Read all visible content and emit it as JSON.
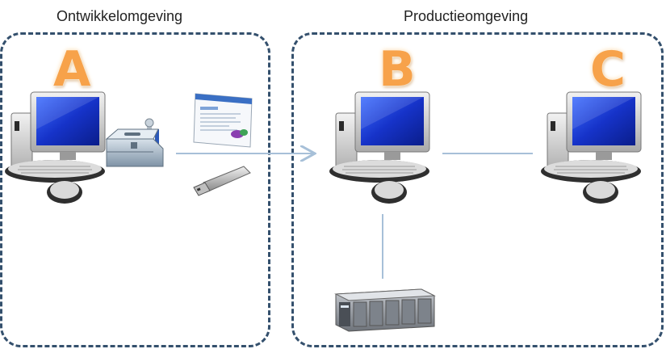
{
  "environments": [
    {
      "id": "dev",
      "label": "Ontwikkelomgeving"
    },
    {
      "id": "prod",
      "label": "Productieomgeving"
    }
  ],
  "nodes": [
    {
      "id": "A",
      "letter": "A",
      "icon": "computer-icon",
      "environment": "dev"
    },
    {
      "id": "B",
      "letter": "B",
      "icon": "computer-icon",
      "environment": "prod"
    },
    {
      "id": "C",
      "letter": "C",
      "icon": "computer-icon",
      "environment": "prod"
    }
  ],
  "artifacts": [
    {
      "id": "toolbox",
      "icon": "toolbox-icon"
    },
    {
      "id": "document",
      "icon": "document-window-icon"
    },
    {
      "id": "usb",
      "icon": "usb-stick-icon"
    },
    {
      "id": "plc",
      "icon": "plc-controller-icon"
    }
  ],
  "connections": [
    {
      "from": "A",
      "to": "B",
      "style": "arrow"
    },
    {
      "from": "B",
      "to": "C",
      "style": "line"
    },
    {
      "from": "B",
      "to": "plc",
      "style": "line"
    }
  ],
  "colors": {
    "box_border": "#34506d",
    "letter_fill": "#f7a24a",
    "connector": "#a7c0d8",
    "screen": "#1e3fd8"
  }
}
